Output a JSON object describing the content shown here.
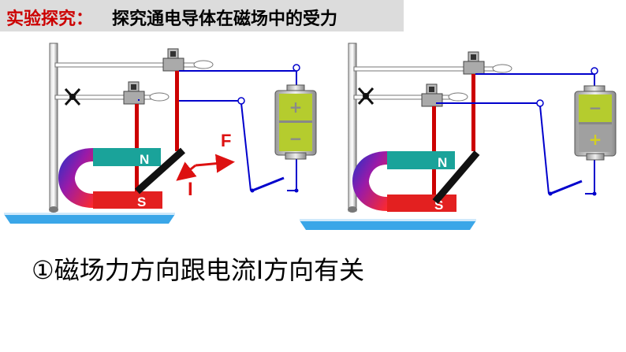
{
  "title": {
    "prefix": "实验探究：",
    "main": "探究通电导体在磁场中的受力"
  },
  "labels": {
    "north": "N",
    "south": "S",
    "force": "F",
    "current": "I",
    "battery_plus": "+",
    "battery_minus": "−"
  },
  "conclusion": "①磁场力方向跟电流I方向有关",
  "colors": {
    "title_prefix": "#cc0000",
    "wire": "#0000cc",
    "rod": "#cc0000",
    "magnet_north": "#1aa39a",
    "magnet_south": "#e32020",
    "battery_green": "#b5cc2e",
    "base": "#3aa6e8"
  }
}
